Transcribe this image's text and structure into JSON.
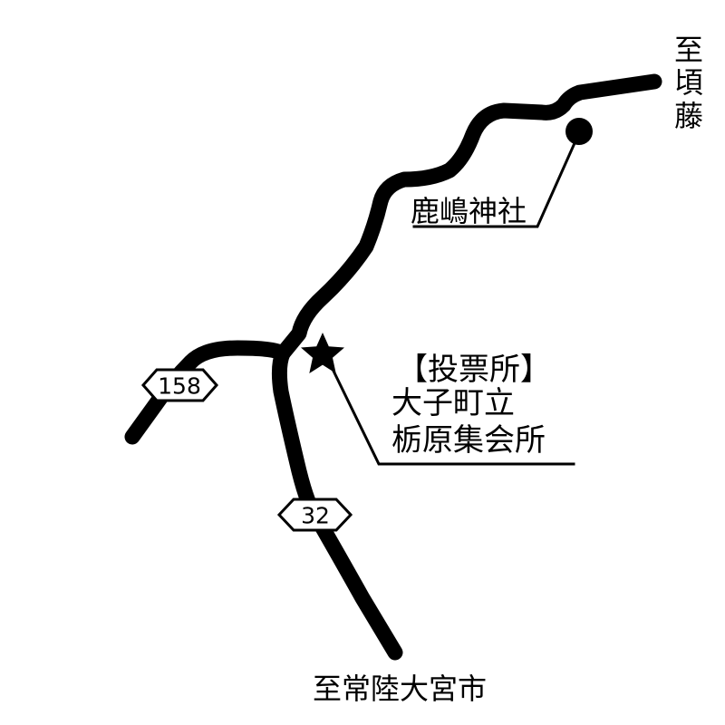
{
  "map": {
    "destination_top_right": [
      "至",
      "頃",
      "藤"
    ],
    "destination_bottom": "至常陸大宮市",
    "shrine_label": "鹿嶋神社",
    "polling_station": {
      "header": "【投票所】",
      "line1": "大子町立",
      "line2": "栃原集会所"
    },
    "routes": [
      {
        "number": "158"
      },
      {
        "number": "32"
      }
    ],
    "colors": {
      "ink": "#000000",
      "background": "#ffffff"
    },
    "icons": {
      "polling_station": "star-icon",
      "shrine": "filled-circle-icon"
    }
  }
}
